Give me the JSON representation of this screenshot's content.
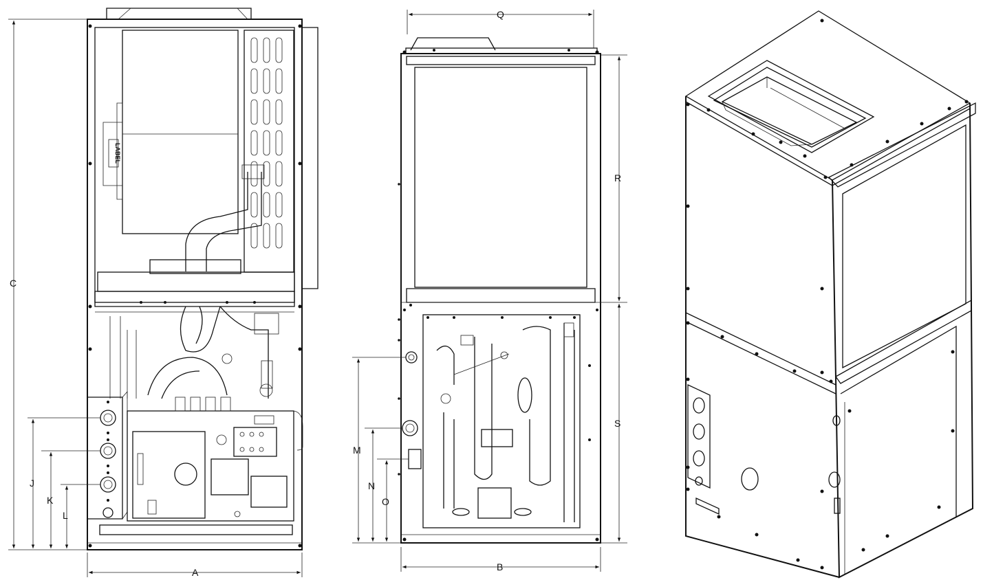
{
  "drawing": {
    "front_view_label_sticker": "LABEL",
    "dimensions": {
      "A": "A",
      "B": "B",
      "C": "C",
      "J": "J",
      "K": "K",
      "L": "L",
      "M": "M",
      "N": "N",
      "O": "O",
      "Q": "Q",
      "R": "R",
      "S": "S"
    }
  }
}
